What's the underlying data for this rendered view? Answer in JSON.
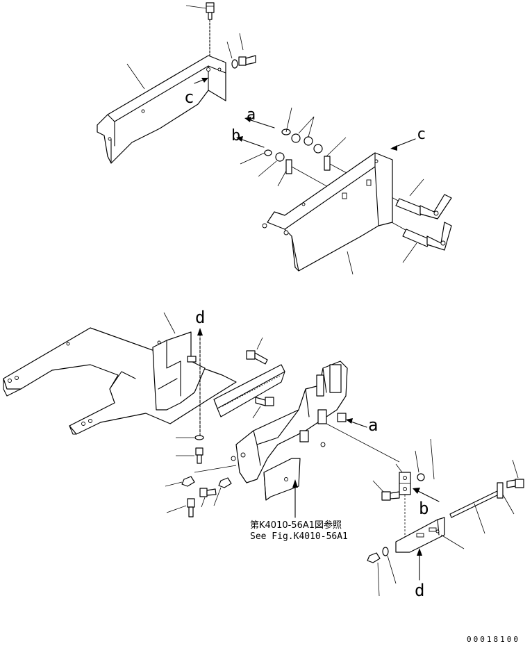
{
  "view_labels": {
    "a_top": "a",
    "b_top": "b",
    "c_top": "c",
    "c_cover": "c",
    "a_bottom": "a",
    "b_bottom": "b",
    "d_top": "d",
    "d_bottom": "d"
  },
  "note": {
    "line1": "第K4010-56A1図参照",
    "line2": "See Fig.K4010-56A1"
  },
  "part_number": "00018100"
}
